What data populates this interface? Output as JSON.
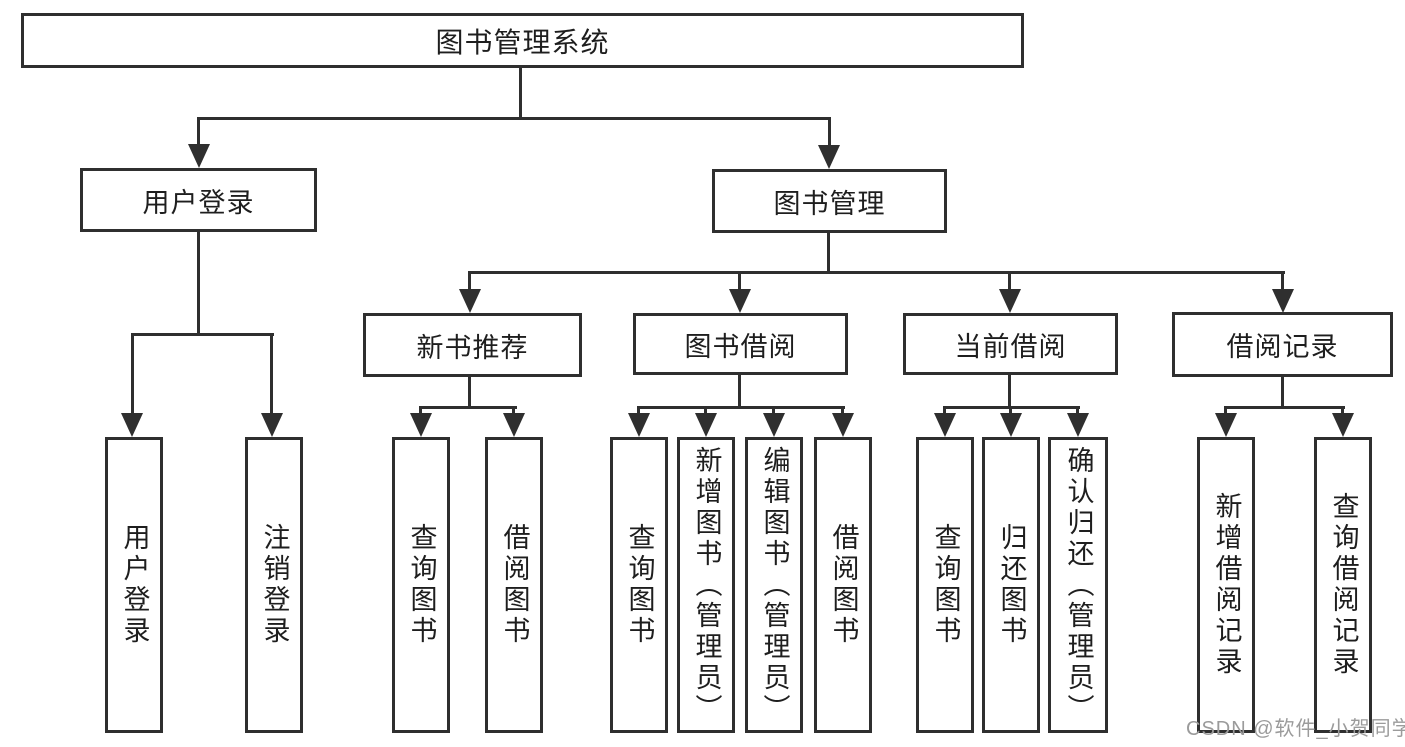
{
  "tree": {
    "label": "图书管理系统",
    "children": [
      {
        "label": "用户登录",
        "children": [
          {
            "label": "用户登录"
          },
          {
            "label": "注销登录"
          }
        ]
      },
      {
        "label": "图书管理",
        "children": [
          {
            "label": "新书推荐",
            "children": [
              {
                "label": "查询图书"
              },
              {
                "label": "借阅图书"
              }
            ]
          },
          {
            "label": "图书借阅",
            "children": [
              {
                "label": "查询图书"
              },
              {
                "label": "新增图书（管理员）"
              },
              {
                "label": "编辑图书（管理员）"
              },
              {
                "label": "借阅图书"
              }
            ]
          },
          {
            "label": "当前借阅",
            "children": [
              {
                "label": "查询图书"
              },
              {
                "label": "归还图书"
              },
              {
                "label": "确认归还（管理员）"
              }
            ]
          },
          {
            "label": "借阅记录",
            "children": [
              {
                "label": "新增借阅记录"
              },
              {
                "label": "查询借阅记录"
              }
            ]
          }
        ]
      }
    ]
  },
  "watermark": {
    "text": "CSDN @软件_小贺同学"
  },
  "colors": {
    "line": "#2f2f2f",
    "text": "#1e1e1e",
    "watermark_text": "#9b9b9b",
    "background": "#ffffff"
  }
}
